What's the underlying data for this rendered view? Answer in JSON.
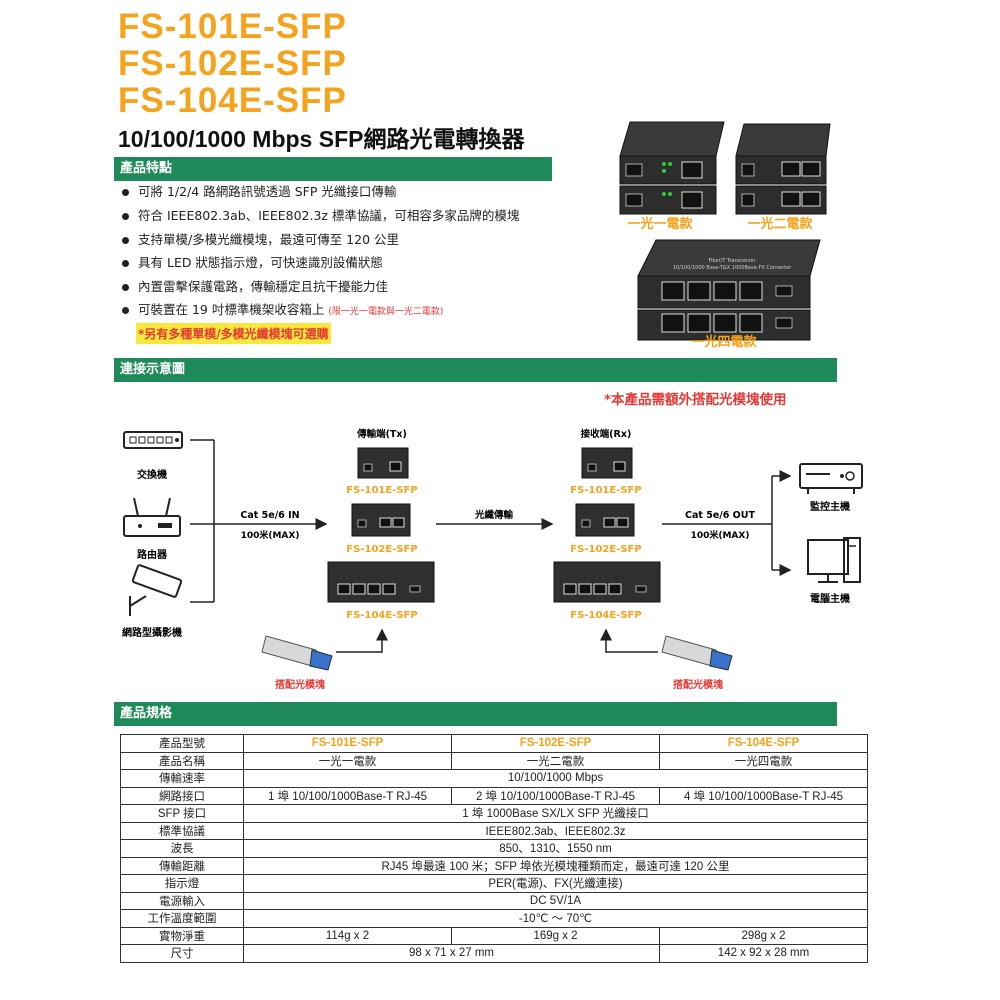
{
  "header": {
    "models": [
      "FS-101E-SFP",
      "FS-102E-SFP",
      "FS-104E-SFP"
    ],
    "subtitle": "10/100/1000 Mbps SFP網路光電轉換器"
  },
  "features": {
    "title": "產品特點",
    "items": [
      "可將 1/2/4 路網路訊號透過 SFP 光纖接口傳輸",
      "符合 IEEE802.3ab、IEEE802.3z 標準協議，可相容多家品牌的模塊",
      "支持單模/多模光纖模塊，最遠可傳至 120 公里",
      "具有 LED 狀態指示燈，可快速識別設備狀態",
      "內置雷擊保護電路，傳輸穩定且抗干擾能力佳",
      "可裝置在 19 吋標準機架收容箱上"
    ],
    "rack_note": "(限一光一電款與一光二電款)",
    "promo": "*另有多種單模/多模光纖模塊可選購"
  },
  "product_images": {
    "label_1": "一光一電款",
    "label_2": "一光二電款",
    "label_4": "一光四電款",
    "device_top_text": "Fiber/T Transceiver",
    "device_top_text_2": "10/100/1000 Base-T&X 1000Base-FX Converter"
  },
  "diagram": {
    "title": "連接示意圖",
    "note": "*本產品需額外搭配光模塊使用",
    "tx_label": "傳輸端(Tx)",
    "rx_label": "接收端(Rx)",
    "left_devices": [
      "交換機",
      "路由器",
      "網路型攝影機"
    ],
    "right_devices": [
      "監控主機",
      "電腦主機"
    ],
    "cable_in": "Cat 5e/6 IN",
    "cable_in_dist": "100米(MAX)",
    "fiber": "光纖傳輸",
    "cable_out": "Cat 5e/6 OUT",
    "cable_out_dist": "100米(MAX)",
    "module_label": "搭配光模塊",
    "models": [
      "FS-101E-SFP",
      "FS-102E-SFP",
      "FS-104E-SFP"
    ]
  },
  "specs": {
    "title": "產品規格",
    "rows": [
      {
        "label": "產品型號",
        "cells": [
          "FS-101E-SFP",
          "FS-102E-SFP",
          "FS-104E-SFP"
        ]
      },
      {
        "label": "產品名稱",
        "cells": [
          "一光一電款",
          "一光二電款",
          "一光四電款"
        ]
      },
      {
        "label": "傳輸速率",
        "cells": [
          "10/100/1000 Mbps"
        ]
      },
      {
        "label": "網路接口",
        "cells": [
          "1 埠 10/100/1000Base-T RJ-45",
          "2 埠 10/100/1000Base-T RJ-45",
          "4 埠 10/100/1000Base-T RJ-45"
        ]
      },
      {
        "label": "SFP 接口",
        "cells": [
          "1 埠 1000Base SX/LX SFP 光纖接口"
        ]
      },
      {
        "label": "標準協議",
        "cells": [
          "IEEE802.3ab、IEEE802.3z"
        ]
      },
      {
        "label": "波長",
        "cells": [
          "850、1310、1550 nm"
        ]
      },
      {
        "label": "傳輸距離",
        "cells": [
          "RJ45 埠最遠 100 米；SFP 埠依光模塊種類而定，最遠可達 120 公里"
        ]
      },
      {
        "label": "指示燈",
        "cells": [
          "PER(電源)、FX(光纖連接)"
        ]
      },
      {
        "label": "電源輸入",
        "cells": [
          "DC 5V/1A"
        ]
      },
      {
        "label": "工作溫度範圍",
        "cells": [
          "-10℃ ～ 70℃"
        ]
      },
      {
        "label": "實物淨重",
        "cells": [
          "114g x 2",
          "169g x 2",
          "298g x 2"
        ]
      },
      {
        "label": "尺寸",
        "cells": [
          "98 x 71 x 27 mm",
          "142 x 92 x 28 mm"
        ]
      }
    ]
  },
  "colors": {
    "accent_orange": "#f5a21c",
    "section_green": "#1e8a5a",
    "alert_red": "#e53935",
    "highlight_yellow": "#f7e93c"
  }
}
